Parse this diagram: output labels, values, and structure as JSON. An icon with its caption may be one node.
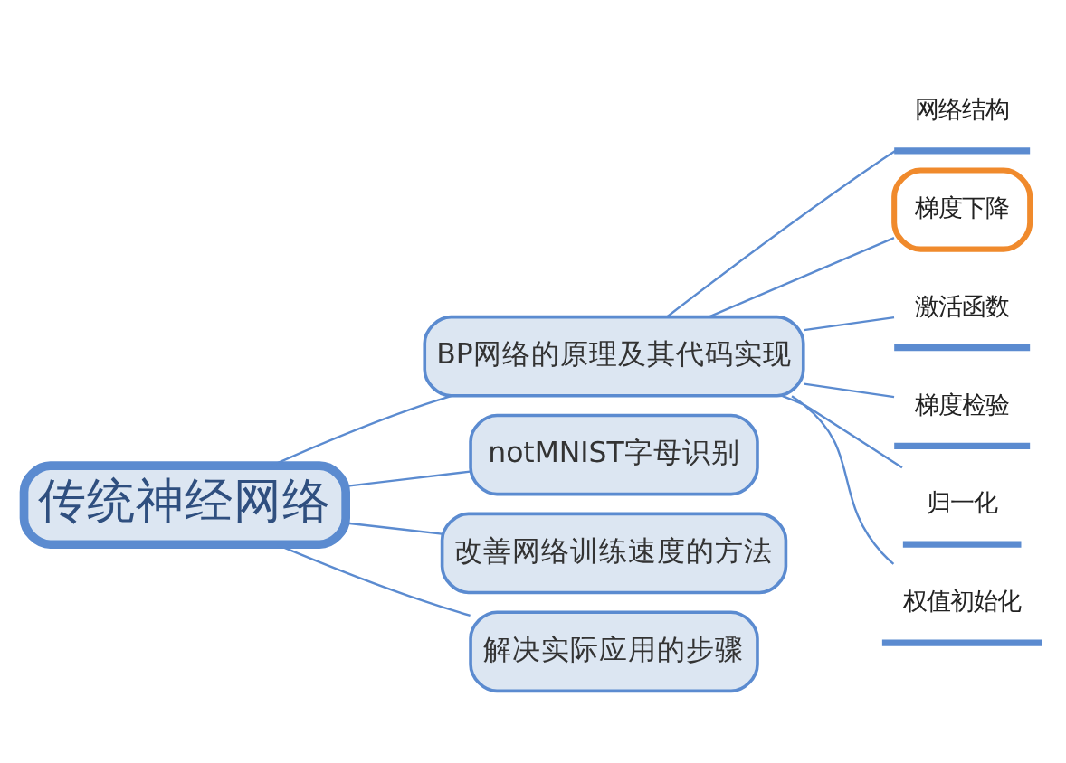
{
  "diagram": {
    "nodes": [
      {
        "text": [
          "传统神经网络"
        ]
      },
      {
        "text": [
          "BP网络的原理及其代码实现"
        ]
      },
      {
        "text": [
          "网络结构"
        ]
      },
      {
        "text": [
          "梯度下降"
        ]
      },
      {
        "text": [
          "激活函数"
        ]
      },
      {
        "text": [
          "梯度检验"
        ]
      },
      {
        "text": [
          "归一化"
        ]
      },
      {
        "text": [
          "权值初始化"
        ]
      },
      {
        "text": [
          "notMNIST字母识别"
        ]
      },
      {
        "text": [
          "改善网络训练速度的方法"
        ]
      },
      {
        "text": [
          "解决实际应用的步骤"
        ]
      }
    ],
    "edges": [
      {
        "from": 0,
        "to": 1,
        "arrow": "none"
      },
      {
        "from": 1,
        "to": 2,
        "arrow": "none"
      },
      {
        "from": 1,
        "to": 3,
        "arrow": "none"
      },
      {
        "from": 1,
        "to": 4,
        "arrow": "none"
      },
      {
        "from": 1,
        "to": 5,
        "arrow": "none"
      },
      {
        "from": 1,
        "to": 6,
        "arrow": "none"
      },
      {
        "from": 1,
        "to": 7,
        "arrow": "none"
      },
      {
        "from": 0,
        "to": 8,
        "arrow": "none"
      },
      {
        "from": 0,
        "to": 9,
        "arrow": "none"
      },
      {
        "from": 0,
        "to": 10,
        "arrow": "none"
      }
    ]
  }
}
